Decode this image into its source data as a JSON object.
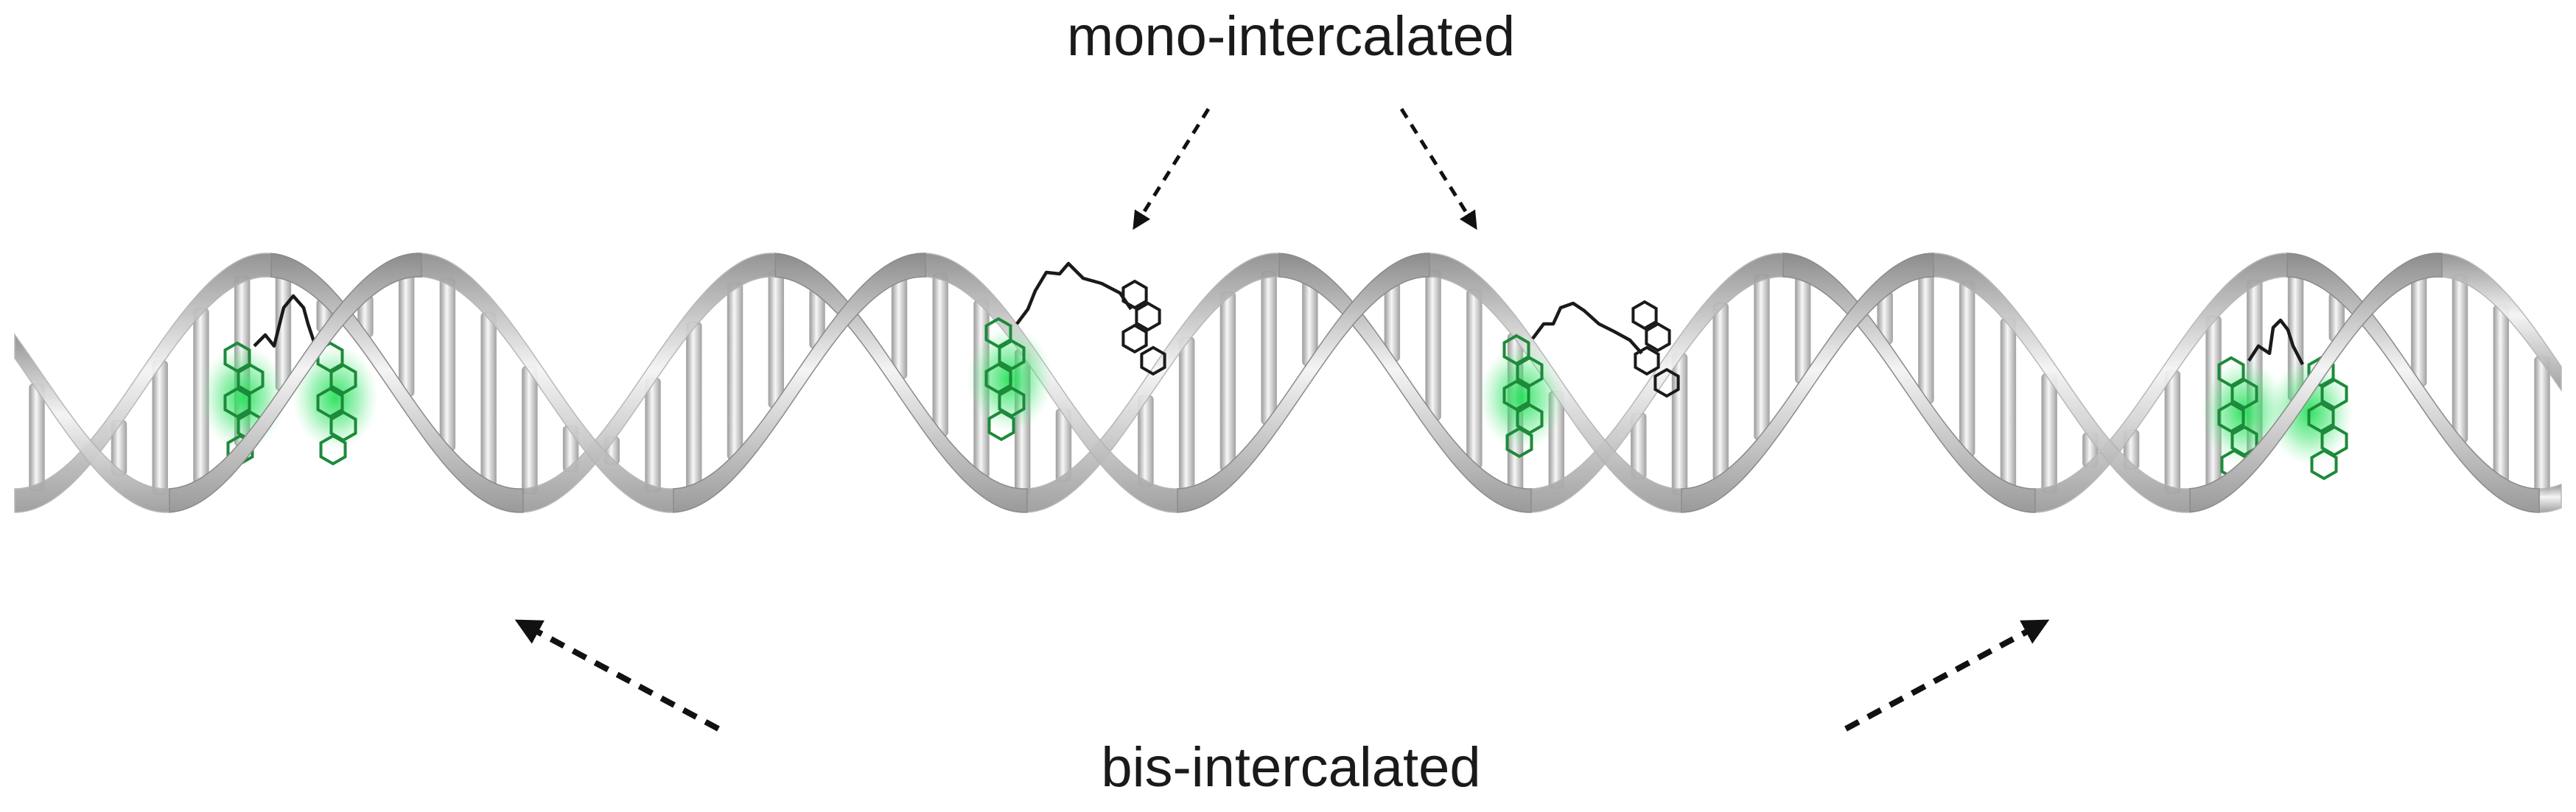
{
  "labels": {
    "mono": "mono-intercalated",
    "bis": "bis-intercalated"
  },
  "colors": {
    "background": "#ffffff",
    "strand_light": "#f2f2f2",
    "strand_dark": "#8c8c8c",
    "rung": "#bdbdbd",
    "glow": "#27e05a",
    "ligand_green": "#1c8a3a",
    "ligand_black": "#1a1a1a",
    "arrow": "#111111"
  },
  "diagram": {
    "helix_turns": 5,
    "bis_intercalated_sites": 2,
    "mono_intercalated_sites": 2
  }
}
